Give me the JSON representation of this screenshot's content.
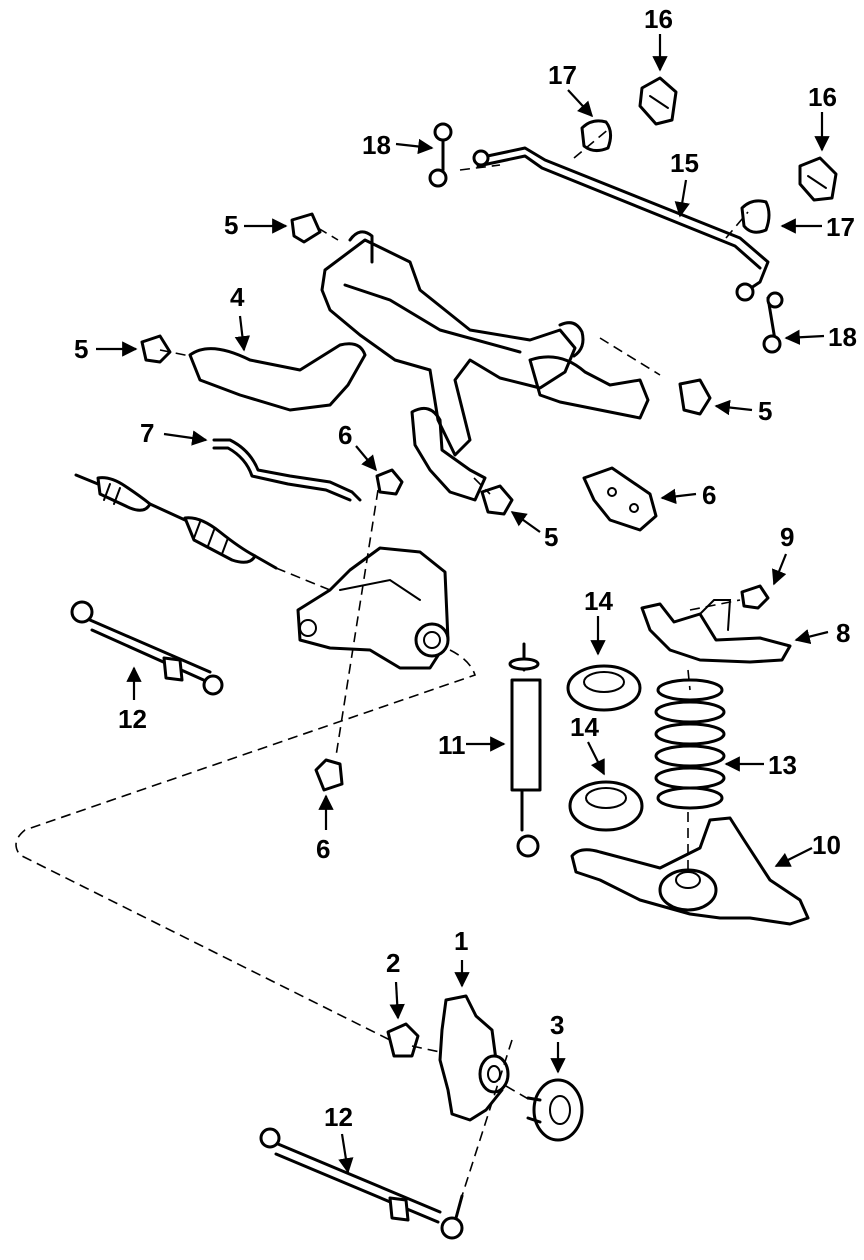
{
  "callouts": {
    "c1": "1",
    "c2": "2",
    "c3": "3",
    "c4": "4",
    "c5a": "5",
    "c5b": "5",
    "c5c": "5",
    "c5d": "5",
    "c6a": "6",
    "c6b": "6",
    "c6c": "6",
    "c7": "7",
    "c8": "8",
    "c9": "9",
    "c10": "10",
    "c11": "11",
    "c12a": "12",
    "c12b": "12",
    "c13": "13",
    "c14a": "14",
    "c14b": "14",
    "c15": "15",
    "c16a": "16",
    "c16b": "16",
    "c17a": "17",
    "c17b": "17",
    "c18a": "18",
    "c18b": "18"
  }
}
